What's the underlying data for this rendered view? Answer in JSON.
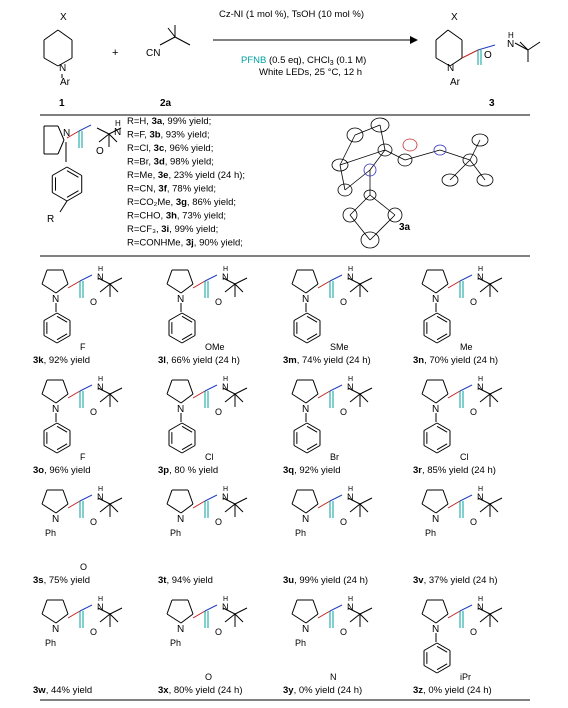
{
  "header": {
    "reactant1_label": "1",
    "reactant2_label": "2a",
    "product_label": "3",
    "plus": "+",
    "cond_line1": "Cz-NI (1 mol %), TsOH (10 mol %)",
    "cond_line2_a": "PFNB",
    "cond_line2_b": " (0.5 eq), CHCl",
    "cond_line2_sub": "3",
    "cond_line2_c": " (0.1 M)",
    "cond_line3": "White LEDs, 25 °C, 12 h",
    "x_atom": "X",
    "n_atom": "N",
    "ar_label": "Ar",
    "cn_label": "CN",
    "nh_label": "N",
    "h_label": "H",
    "o_label": "O",
    "pfnb_color": "#00a0a0"
  },
  "table": {
    "r_label": "R",
    "entries": [
      {
        "pre": "R=H, ",
        "id": "3a",
        "post": ", 99% yield;"
      },
      {
        "pre": "R=F, ",
        "id": "3b",
        "post": ", 93% yield;"
      },
      {
        "pre": "R=Cl, ",
        "id": "3c",
        "post": ", 96% yield;"
      },
      {
        "pre": "R=Br, ",
        "id": "3d",
        "post": ", 98% yield;"
      },
      {
        "pre": "R=Me, ",
        "id": "3e",
        "post": ", 23% yield (24 h);"
      },
      {
        "pre": "R=CN, ",
        "id": "3f",
        "post": ", 78% yield;"
      },
      {
        "pre": "R=CO₂Me, ",
        "id": "3g",
        "post": ", 86% yield;"
      },
      {
        "pre": "R=CHO, ",
        "id": "3h",
        "post": ", 73% yield;"
      },
      {
        "pre": "R=CF₃, ",
        "id": "3i",
        "post": ", 99% yield;"
      },
      {
        "pre": "R=CONHMe, ",
        "id": "3j",
        "post": ", 90% yield;"
      }
    ],
    "crystal_label": "3a"
  },
  "compounds": [
    {
      "id": "3k",
      "yield": ", 92% yield",
      "sub": "F"
    },
    {
      "id": "3l",
      "yield": ", 66% yield (24 h)",
      "sub": "OMe"
    },
    {
      "id": "3m",
      "yield": ", 74% yield (24 h)",
      "sub": "SMe"
    },
    {
      "id": "3n",
      "yield": ", 70% yield (24 h)",
      "sub": "Me"
    },
    {
      "id": "3o",
      "yield": ", 96% yield",
      "sub": "F"
    },
    {
      "id": "3p",
      "yield": ", 80 % yield",
      "sub": "Cl"
    },
    {
      "id": "3q",
      "yield": ", 92% yield",
      "sub": "Br"
    },
    {
      "id": "3r",
      "yield": ", 85% yield (24 h)",
      "sub": "Cl"
    },
    {
      "id": "3s",
      "yield": ", 75% yield",
      "sub": "O"
    },
    {
      "id": "3t",
      "yield": ", 94% yield",
      "sub": ""
    },
    {
      "id": "3u",
      "yield": ", 99% yield (24 h)",
      "sub": ""
    },
    {
      "id": "3v",
      "yield": ", 37% yield (24 h)",
      "sub": ""
    },
    {
      "id": "3w",
      "yield": ", 44% yield",
      "sub": ""
    },
    {
      "id": "3x",
      "yield": ", 80% yield (24 h)",
      "sub": "O"
    },
    {
      "id": "3y",
      "yield": ", 0% yield (24 h)",
      "sub": "N"
    },
    {
      "id": "3z",
      "yield": ", 0% yield (24 h)",
      "sub": "iPr"
    }
  ],
  "ph_label": "Ph"
}
